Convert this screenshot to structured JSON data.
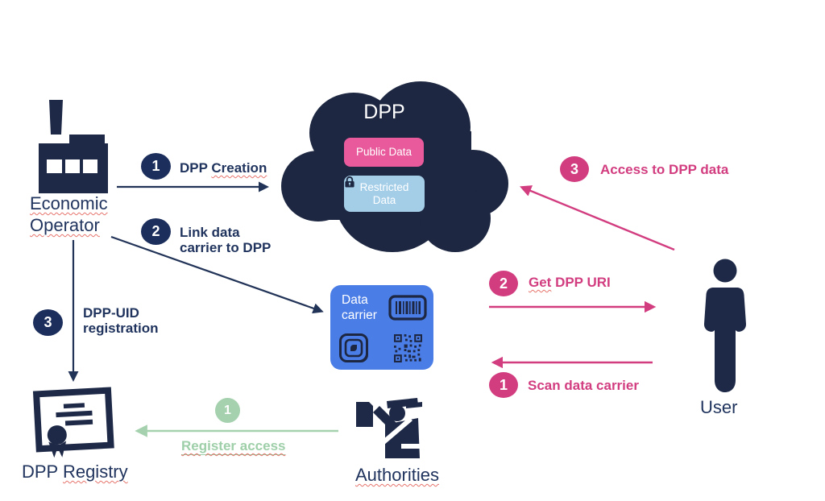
{
  "colors": {
    "navy_icon": "#1e2947",
    "navy_text": "#20345e",
    "navy_badge": "#1c2e5c",
    "cloud_navy": "#1d2741",
    "pink": "#d23d80",
    "public_box_pink": "#e85a9b",
    "restricted_box_blue": "#a4cee8",
    "carrier_blue": "#4b7de6",
    "green": "#a5d1ae",
    "green_text": "#9ecfa9"
  },
  "cloud": {
    "title": "DPP",
    "public_label": "Public Data",
    "restricted_line1": "Restricted",
    "restricted_line2": "Data"
  },
  "data_carrier": {
    "line1": "Data",
    "line2": "carrier"
  },
  "entities": {
    "economic_operator": {
      "line1": "Economic",
      "line2": "Operator"
    },
    "dpp_registry": {
      "prefix": "DPP ",
      "word": "Registry"
    },
    "authorities": {
      "label": "Authorities"
    },
    "user": {
      "label": "User"
    }
  },
  "flows": {
    "dpp_creation": {
      "step": "1",
      "prefix": "DPP ",
      "word": "Creation"
    },
    "link_carrier": {
      "step": "2",
      "line1": "Link data",
      "line2": "carrier to DPP"
    },
    "uid_registration": {
      "step": "3",
      "line1": "DPP-UID",
      "line2": "registration"
    },
    "access_data": {
      "step": "3",
      "label": "Access to DPP data"
    },
    "get_uri": {
      "step": "2",
      "word": "Get",
      "rest": " DPP URI"
    },
    "scan_carrier": {
      "step": "1",
      "label": "Scan data carrier"
    },
    "register_access": {
      "step": "1",
      "label": "Register access"
    }
  }
}
